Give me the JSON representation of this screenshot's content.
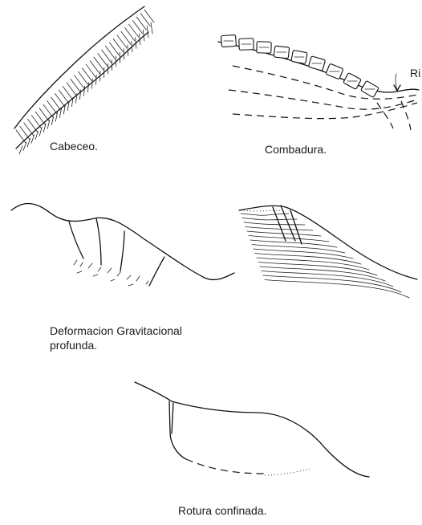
{
  "panels": [
    {
      "caption": "Cabeceo."
    },
    {
      "caption": "Combadura.",
      "label": "Ri"
    },
    {
      "caption_line1": "Deformacion Gravitacional",
      "caption_line2": "profunda."
    },
    {
      "caption": ""
    },
    {
      "caption": "Rotura confinada."
    }
  ]
}
